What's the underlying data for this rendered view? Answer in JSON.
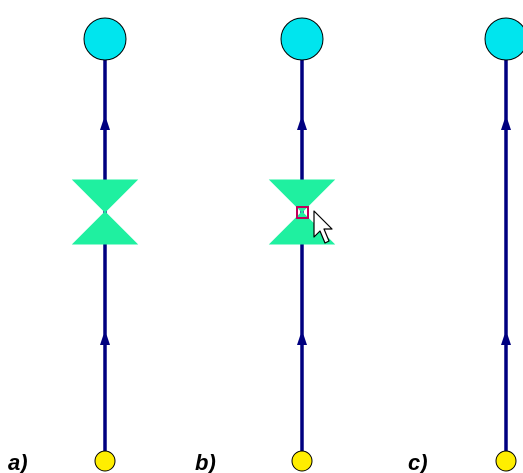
{
  "diagram": {
    "colors": {
      "line": "#000080",
      "top_node_fill": "#00E5EE",
      "bottom_node_fill": "#FFEE00",
      "valve_fill": "#1FF0A0",
      "outline": "#000000",
      "selection_marker": "#C0005A"
    },
    "panels": [
      {
        "label": "a)",
        "has_valve": true,
        "valve_selected": false,
        "cursor_visible": false
      },
      {
        "label": "b)",
        "has_valve": true,
        "valve_selected": true,
        "cursor_visible": true
      },
      {
        "label": "c)",
        "has_valve": false,
        "valve_selected": false,
        "cursor_visible": false
      }
    ]
  }
}
